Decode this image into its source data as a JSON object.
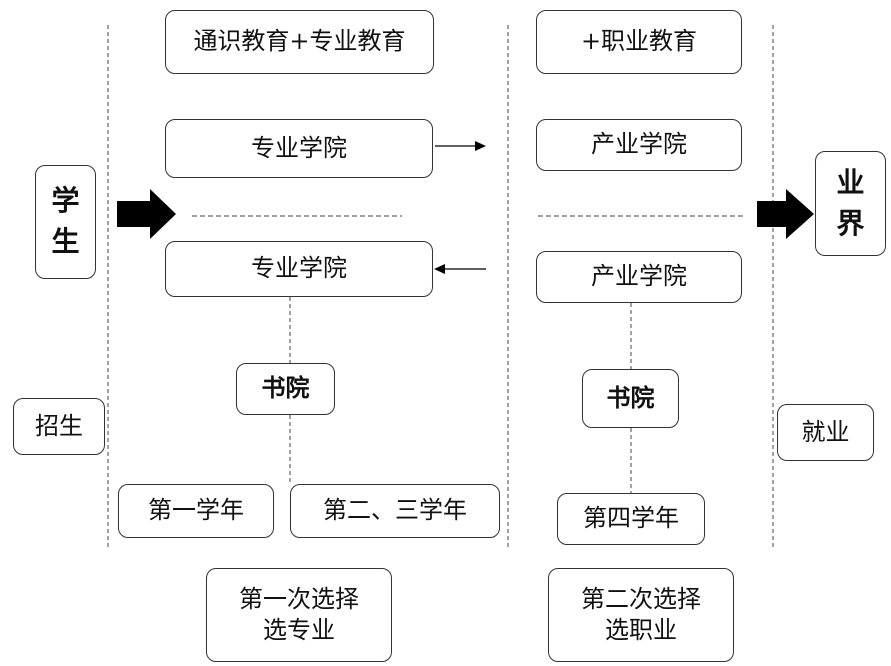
{
  "left": {
    "vertical_label": [
      "学",
      "生"
    ],
    "bottom_label": "招生"
  },
  "right": {
    "vertical_label": [
      "业",
      "界"
    ],
    "bottom_label": "就业"
  },
  "stage1": {
    "header": "通识教育+专业教育",
    "college_top": "专业学院",
    "college_bottom": "专业学院",
    "academy": "书院",
    "year_first": "第一学年",
    "year_second_third": "第二、三学年",
    "choice": [
      "第一次选择",
      "选专业"
    ]
  },
  "stage2": {
    "header": "+职业教育",
    "college_top": "产业学院",
    "college_bottom": "产业学院",
    "academy": "书院",
    "year_fourth": "第四学年",
    "choice": [
      "第二次选择",
      "选职业"
    ]
  }
}
